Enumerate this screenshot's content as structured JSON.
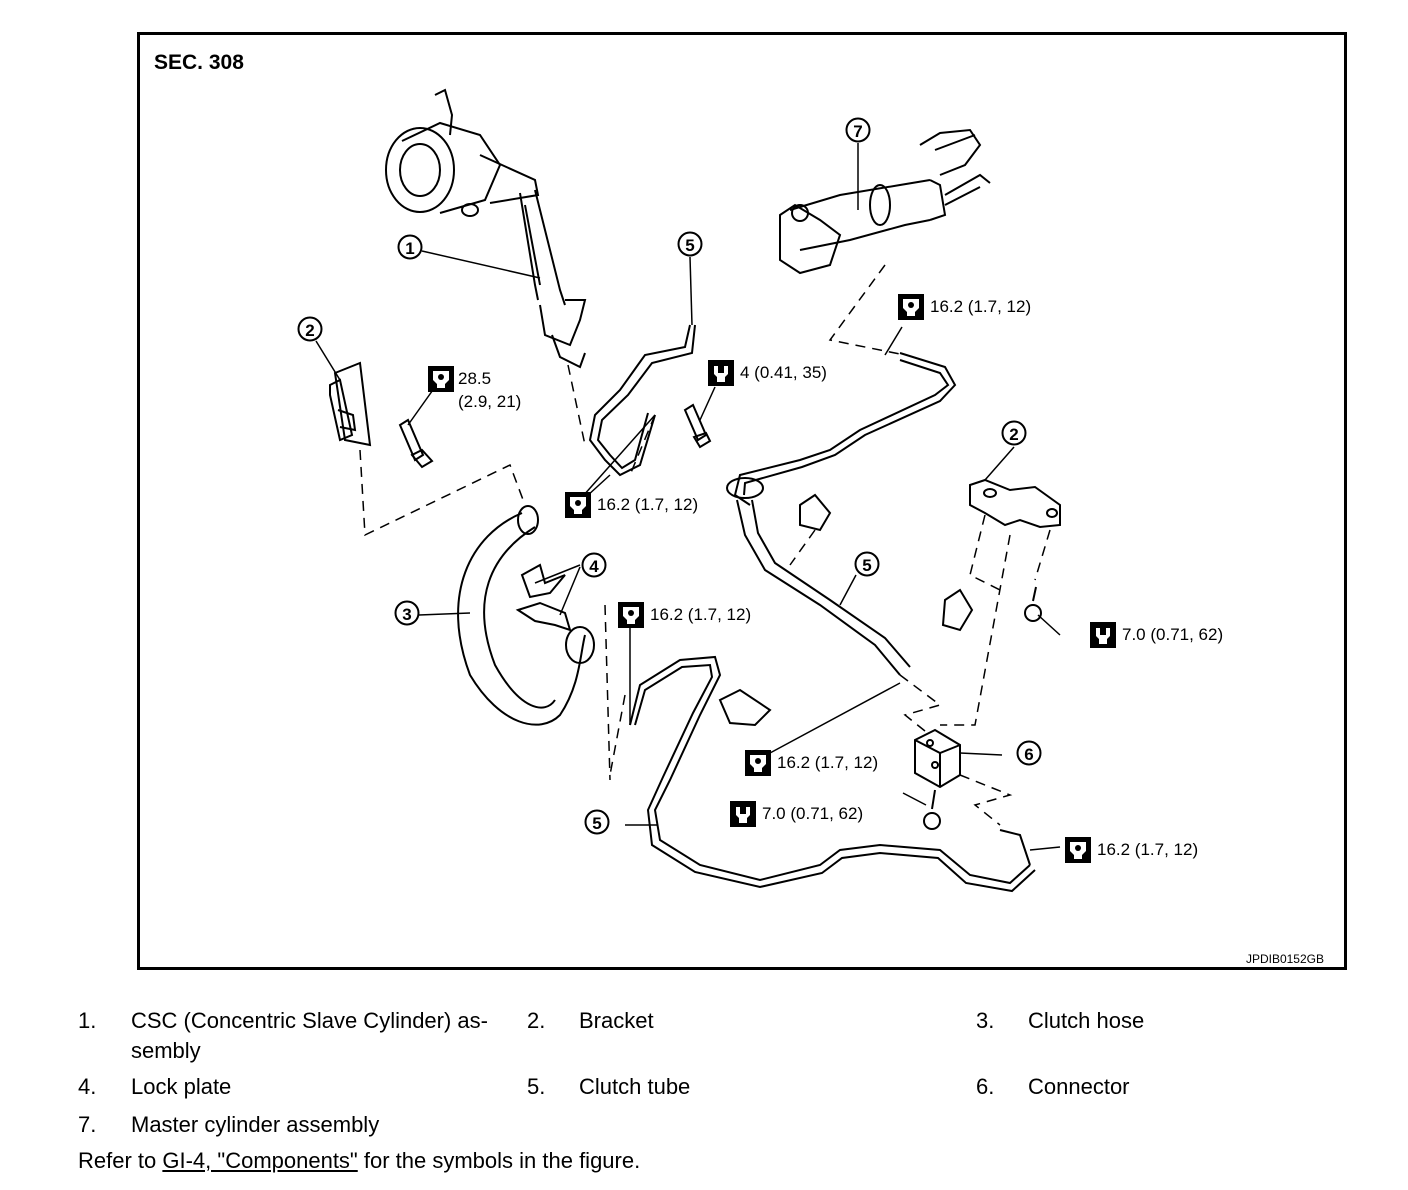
{
  "figure": {
    "section": "SEC. 308",
    "code": "JPDIB0152GB",
    "callouts": [
      "1",
      "2",
      "3",
      "4",
      "5",
      "6",
      "7"
    ],
    "torques": {
      "t1": "28.5",
      "t1b": "(2.9, 21)",
      "t2": "4 (0.41, 35)",
      "t3": "16.2 (1.7, 12)",
      "t4": "16.2 (1.7, 12)",
      "t5": "16.2 (1.7, 12)",
      "t6": "7.0 (0.71, 62)",
      "t7": "16.2 (1.7, 12)",
      "t8": "7.0 (0.71, 62)",
      "t9": "16.2 (1.7, 12)"
    }
  },
  "legend": [
    {
      "num": "1.",
      "label": "CSC (Concentric Slave Cylinder) as-",
      "label2": "sembly"
    },
    {
      "num": "2.",
      "label": "Bracket"
    },
    {
      "num": "3.",
      "label": "Clutch hose"
    },
    {
      "num": "4.",
      "label": "Lock plate"
    },
    {
      "num": "5.",
      "label": "Clutch tube"
    },
    {
      "num": "6.",
      "label": "Connector"
    },
    {
      "num": "7.",
      "label": "Master cylinder assembly"
    }
  ],
  "note": {
    "prefix": "Refer to ",
    "link": "GI-4, \"Components\"",
    "suffix": " for the symbols in the figure."
  }
}
